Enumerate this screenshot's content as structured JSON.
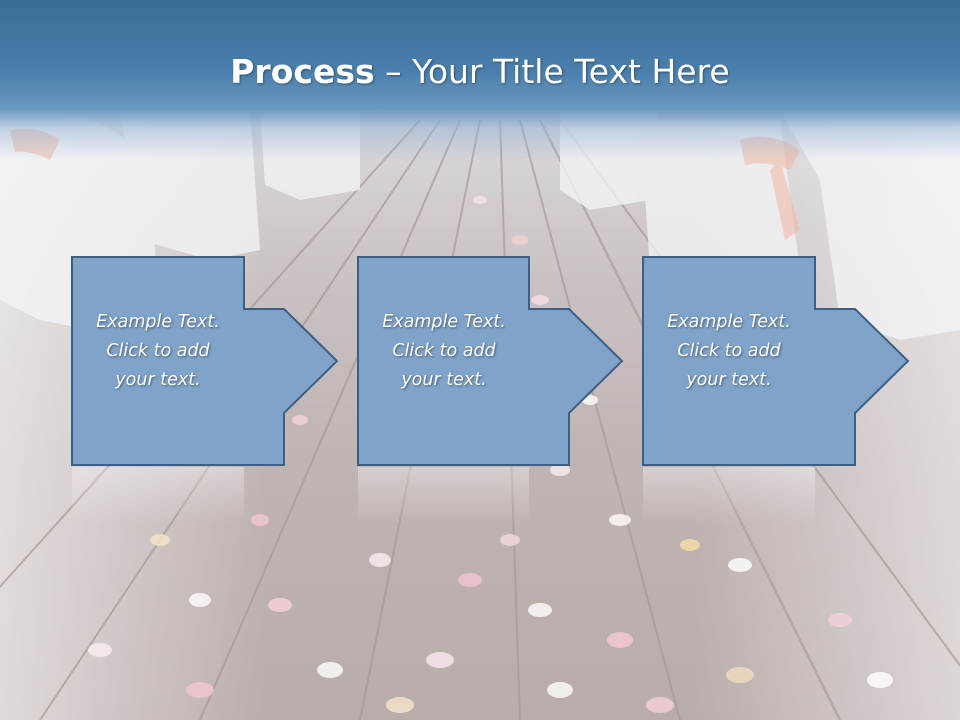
{
  "slide": {
    "title_bold": "Process",
    "title_rest": " – Your Title Text Here",
    "colors": {
      "title_bar": "#3a6d98",
      "shape_fill": "#7fa3c9",
      "shape_stroke": "#3d5f86",
      "text": "#ffffff"
    },
    "steps": [
      {
        "line1": "Example Text.",
        "line2": "Click  to add",
        "line3": "your text."
      },
      {
        "line1": "Example Text.",
        "line2": "Click  to add",
        "line3": "your text."
      },
      {
        "line1": "Example Text.",
        "line2": "Click  to add",
        "line3": "your text."
      }
    ]
  }
}
